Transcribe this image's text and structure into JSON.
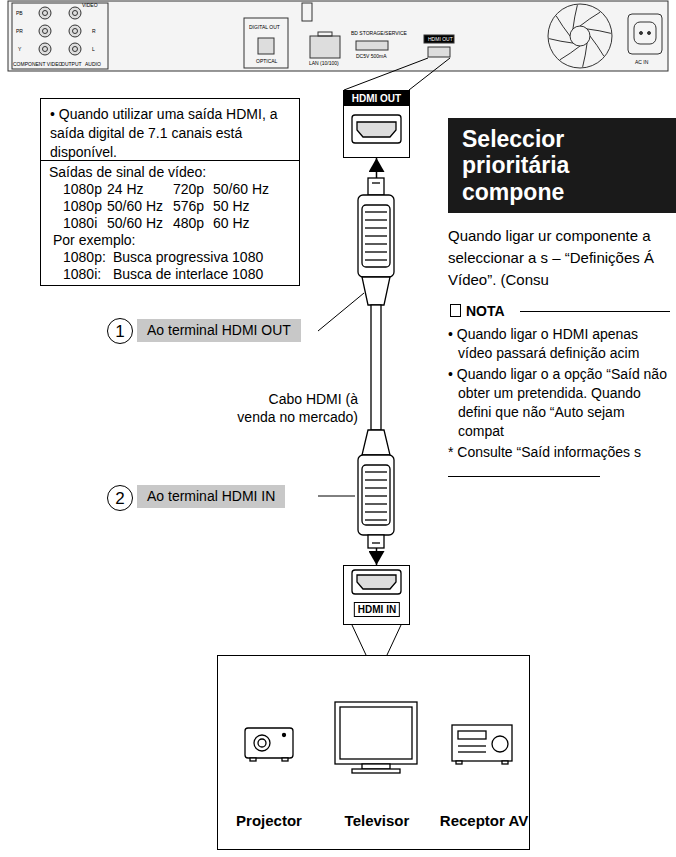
{
  "diagram": {
    "nodes": [
      {
        "text": [
          "• Quando utilizar uma saída HDMI, a saída digital de 7.1 canais está disponível."
        ]
      },
      {
        "text": [
          "Saídas de sinal de vídeo:",
          "1080p",
          "24 Hz",
          "720p",
          "50/60 Hz",
          "1080p",
          "50/60 Hz",
          "576p",
          "50 Hz",
          "1080i",
          "50/60 Hz",
          "480p",
          "60 Hz",
          "Por exemplo:",
          "1080p:",
          "Busca progressiva 1080",
          "1080i:",
          "Busca de interlace 1080"
        ]
      },
      {
        "text": [
          "HDMI OUT"
        ]
      },
      {
        "text": [
          "Ao terminal HDMI OUT"
        ]
      },
      {
        "text": [
          "Ao terminal HDMI IN"
        ]
      },
      {
        "text": [
          "HDMI IN"
        ]
      },
      {
        "text": [
          "Projector",
          "Televisor",
          "Receptor AV"
        ]
      },
      {
        "text": [
          "Seleccior prioritária compone"
        ]
      }
    ],
    "edges": [
      {
        "from": 2,
        "to": 5,
        "arrow": "both"
      }
    ],
    "labels": [
      "PB",
      "PR",
      "Y",
      "VIDEO",
      "R",
      "L",
      "COMPONENT VIDEO",
      "OUTPUT",
      "AUDIO",
      "DIGITAL OUT",
      "OPTICAL",
      "LAN (10/100)",
      "BD STORAGE/SERVICE",
      "DC5V 500mA",
      "HDMI OUT",
      "AC IN",
      "1",
      "2",
      "Cabo HDMI (à venda no mercado)",
      "Quando ligar ur componente a seleccionar a s – “Definições Á Vídeo”. (Consu",
      "NOTA",
      "• Quando ligar o HDMI apenas vídeo passará definição acim",
      "• Quando ligar o a opção “Saíd não obter um pretendida. Quando defini que não “Auto sejam compat",
      "* Consulte “Saíd informações s"
    ]
  }
}
